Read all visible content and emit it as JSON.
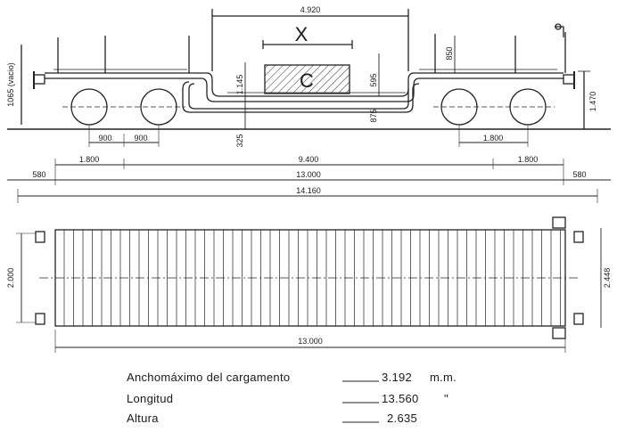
{
  "side_view": {
    "dimensions": {
      "top_span": "4.920",
      "load_marker": "X",
      "load_label": "C",
      "height_empty": "1065 (vacio)",
      "height_1145": "1.145",
      "height_850": "850",
      "height_595": "595",
      "height_875": "875",
      "height_325": "325",
      "height_1470": "1.470",
      "bogie_900_a": "900",
      "bogie_900_b": "900",
      "bogie_1800_right": "1.800",
      "span_1800_left": "1.800",
      "span_9400": "9.400",
      "span_1800_right": "1.800",
      "overhang_left": "580",
      "length_13000": "13.000",
      "overhang_right": "580",
      "length_14160": "14.160"
    }
  },
  "plan_view": {
    "dimensions": {
      "width_2000": "2.000",
      "width_2448": "2.448",
      "length_13000": "13.000"
    }
  },
  "specs": [
    {
      "label": "Anchomáximo del cargamento",
      "value": "3.192",
      "unit": "m.m."
    },
    {
      "label": "Longitud",
      "value": "13.560",
      "unit": "\""
    },
    {
      "label": "Altura",
      "value": "2.635",
      "unit": ""
    }
  ]
}
